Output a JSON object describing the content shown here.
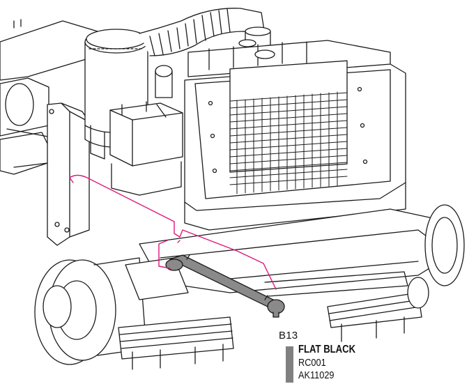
{
  "callout": {
    "id": "B13",
    "finish": "FLAT BLACK",
    "codes": [
      "RC001",
      "AK11029"
    ]
  },
  "colors": {
    "highlight_part": "#8a8a8a",
    "route_line": "#e0167a",
    "swatch": "#808080",
    "line_art": "#1a1a1a"
  }
}
